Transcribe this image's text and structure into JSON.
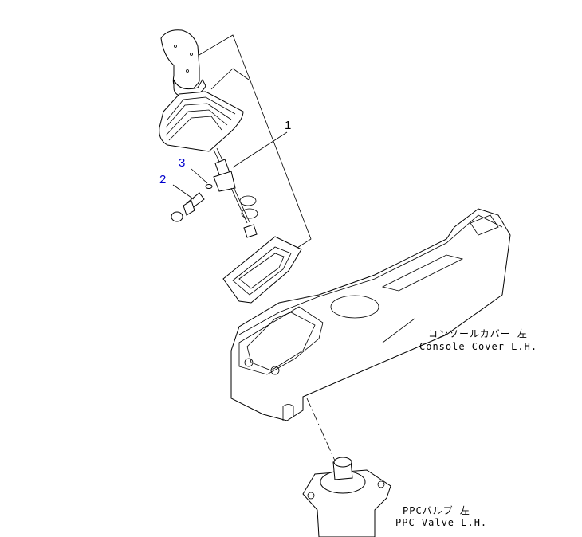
{
  "callouts": [
    {
      "number": "1",
      "color": "#000000"
    },
    {
      "number": "2",
      "color": "#0000cc"
    },
    {
      "number": "3",
      "color": "#0000cc"
    }
  ],
  "labels": {
    "console_cover_jp": "コンソールカバー 左",
    "console_cover_en": "Console Cover L.H.",
    "ppc_valve_jp": "PPCバルブ 左",
    "ppc_valve_en": "PPC Valve L.H."
  }
}
